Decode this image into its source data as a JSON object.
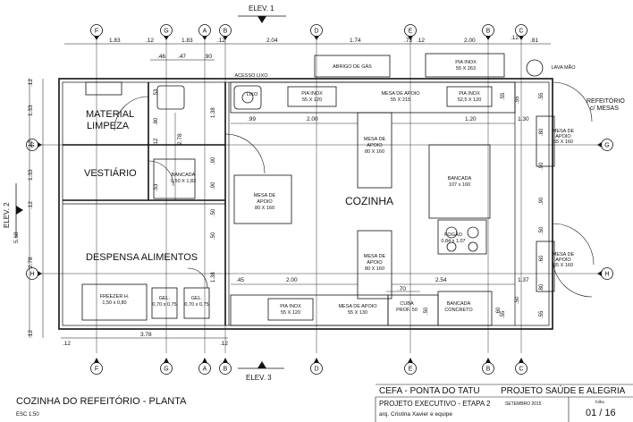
{
  "elevation_labels": {
    "elev1": "ELEV. 1",
    "elev2": "ELEV. 2",
    "elev3": "ELEV. 3"
  },
  "grid_bubbles": {
    "top": [
      "F",
      "G",
      "A",
      "B",
      "D",
      "E",
      "B",
      "C"
    ],
    "bottom": [
      "F",
      "G",
      "A",
      "B",
      "D",
      "E",
      "B",
      "C"
    ],
    "left": [
      "G",
      "H"
    ],
    "right": [
      "G",
      "H"
    ]
  },
  "dims_top": [
    "1.83",
    ".12",
    "1.83",
    ".12",
    "2.04",
    "1.74",
    ".73",
    ".12",
    "2.00",
    ".12",
    ".81"
  ],
  "dims_top_sub": [
    ".46",
    ".47",
    ".90"
  ],
  "dims_left": [
    ".12",
    "1.33",
    ".12",
    "1.33",
    ".12",
    "2.78",
    ".12"
  ],
  "dims_left_total": "5.68",
  "dims_bottom": ".12",
  "dims_bottom_main": "3.78",
  "dims_bottom_end": ".12",
  "dims_interior": {
    "d099": ".99",
    "d200a": "2.00",
    "d120": "1.20",
    "d130": "1.30",
    "d278": "2.78",
    "d045": ".45",
    "d200b": "2.00",
    "d254": "2.54",
    "d137": "1.37",
    "d070": ".70"
  },
  "small_dims": [
    ".55",
    ".55",
    ".53",
    ".80",
    ".12",
    ".53",
    ".90",
    "1.38",
    ".90",
    ".50",
    ".50",
    "1.38",
    ".55",
    ".55",
    ".50",
    ".60",
    ".80",
    ".90",
    ".90",
    ".50",
    ".60",
    ".80",
    ".55",
    ".50"
  ],
  "rooms": {
    "material": "MATERIAL",
    "limpeza": "LIMPEZA",
    "vestiario": "VESTIÁRIO",
    "despensa": "DESPENSA ALIMENTOS",
    "cozinha": "COZINHA",
    "refeitorio_1": "REFEITÓRIO",
    "refeitorio_2": "c/ MESAS"
  },
  "labels": {
    "acesso_lixo": "ACESSO LIXO",
    "abrigo_gas": "ABRIGO DE GÁS",
    "pia_inox_top": "PIA INOX",
    "pia_inox_top_size": "55 X 263",
    "lava_mao": "LAVA MÃO",
    "lixo": "LIXO",
    "pia_inox_1": "PIA INOX",
    "pia_inox_1_size": "55 X 120",
    "mesa_apoio_top": "MESA DE APOIO",
    "mesa_apoio_top_size": "55 X 215",
    "pia_inox_2": "PIA INOX",
    "pia_inox_2_size": "52,5 X 120",
    "mesa_c1": "MESA DE",
    "mesa_c2": "APOIO",
    "mesa_c_size": "80 X 160",
    "bancada_center": "BANCADA",
    "bancada_center_size": "107 x 160",
    "fogao": "FOGÃO",
    "fogao_size": "0,84 x 1,07",
    "mesa_left1": "MESA DE",
    "mesa_left2": "APOIO",
    "mesa_left_size": "80 X 160",
    "mesa_low1": "MESA DE",
    "mesa_low2": "APOIO",
    "mesa_low_size": "80 X 160",
    "bancada_small": "BANCADA",
    "bancada_small_size": "0,50 X 1,83",
    "mesa_r1": "MESA DE",
    "mesa_r1b": "APOIO",
    "mesa_r1_size": "55 X 160",
    "mesa_r2": "MESA DE",
    "mesa_r2b": "APOIO",
    "mesa_r2_size": "55 X 160",
    "freezer": "FREEZER H.",
    "freezer_size": "1,50 x 0,80",
    "gel1": "GEL.",
    "gel1_size": "0,70 x 0,75",
    "gel2": "GEL.",
    "gel2_size": "0,70 x 0,75",
    "pia_inox_bot": "PIA INOX",
    "pia_inox_bot_size": "55 X 120",
    "mesa_apoio_bot": "MESA DE APOIO",
    "mesa_apoio_bot_size": "55 X 130",
    "cuba": "CUBA",
    "cuba_size": "PROF. 50",
    "bancada_concreto1": "BANCADA",
    "bancada_concreto2": "CONCRETO"
  },
  "title_block": {
    "drawing_title": "COZINHA DO REFEITÓRIO - PLANTA",
    "scale": "ESC 1:50",
    "project": "CEFA  -  PONTA DO TATU",
    "program": "PROJETO SAÚDE E ALEGRIA",
    "phase": "PROJETO EXECUTIVO - ETAPA 2",
    "date": "SETEMBRO 2015",
    "sheet_label": "folha",
    "authors": "arq. Cristina Xavier e equipe",
    "sheet": "01 / 16"
  }
}
